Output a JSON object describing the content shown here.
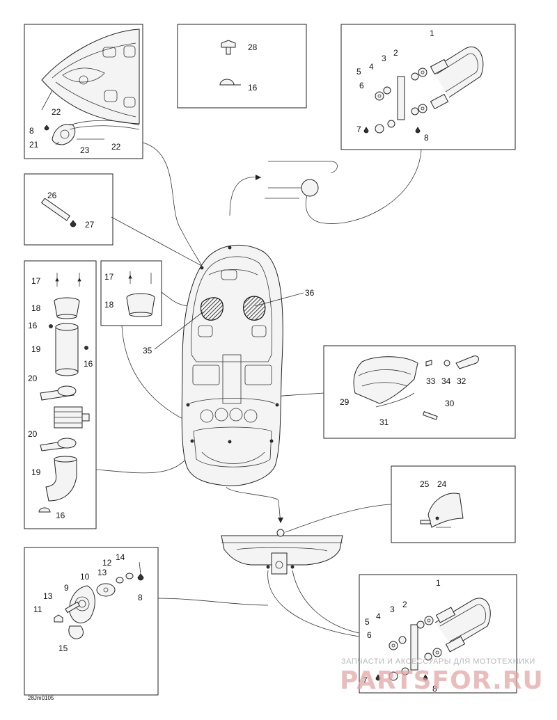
{
  "figure_code": "28Jm0105",
  "watermark": {
    "tagline": "ЗАПЧАСТИ И АКСЕССУАРЫ ДЛЯ МОТОТЕХНИКИ",
    "brand": "PARTSFOR.RU"
  },
  "callouts": {
    "c1a": "1",
    "c2a": "2",
    "c3a": "3",
    "c4a": "4",
    "c5a": "5",
    "c6a": "6",
    "c7a": "7",
    "c8a": "8",
    "c8b": "8",
    "c21": "21",
    "c22a": "22",
    "c22b": "22",
    "c23": "23",
    "c28": "28",
    "c16a": "16",
    "c26": "26",
    "c27": "27",
    "c17a": "17",
    "c18a": "18",
    "c16b": "16",
    "c19a": "19",
    "c16c": "16",
    "c20a": "20",
    "c20b": "20",
    "c19b": "19",
    "c16d": "16",
    "c17b": "17",
    "c18b": "18",
    "c35": "35",
    "c36": "36",
    "c33": "33",
    "c34": "34",
    "c32": "32",
    "c29": "29",
    "c30": "30",
    "c31": "31",
    "c25": "25",
    "c24": "24",
    "c14": "14",
    "c12": "12",
    "c10": "10",
    "c9": "9",
    "c13a": "13",
    "c8c": "8",
    "c13b": "13",
    "c11": "11",
    "c15": "15",
    "c1b": "1",
    "c2b": "2",
    "c3b": "3",
    "c4b": "4",
    "c5b": "5",
    "c6b": "6",
    "c7b": "7",
    "c8d": "8"
  }
}
